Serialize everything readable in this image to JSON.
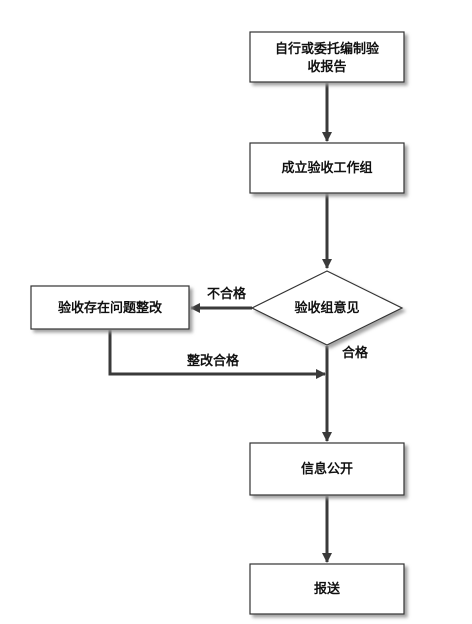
{
  "flowchart": {
    "nodes": {
      "compile_report": {
        "line1": "自行或委托编制验",
        "line2": "收报告"
      },
      "form_group": {
        "label": "成立验收工作组"
      },
      "decision": {
        "label": "验收组意见"
      },
      "rectify": {
        "label": "验收存在问题整改"
      },
      "publish": {
        "label": "信息公开"
      },
      "submit": {
        "label": "报送"
      }
    },
    "edges": {
      "fail_label": "不合格",
      "pass_label": "合格",
      "rectified_label": "整改合格"
    }
  }
}
